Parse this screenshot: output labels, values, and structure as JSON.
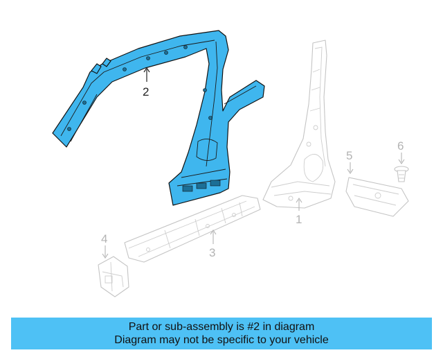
{
  "diagram": {
    "highlighted_part": "2",
    "callouts": [
      {
        "number": "1",
        "highlighted": false
      },
      {
        "number": "2",
        "highlighted": true
      },
      {
        "number": "3",
        "highlighted": false
      },
      {
        "number": "4",
        "highlighted": false
      },
      {
        "number": "5",
        "highlighted": false
      },
      {
        "number": "6",
        "highlighted": false
      }
    ]
  },
  "banner": {
    "line1": "Part or sub-assembly is #2 in diagram",
    "line2": "Diagram may not be specific to your vehicle",
    "background_color": "#4ec1f5"
  },
  "colors": {
    "highlight_fill": "#3fb6ee",
    "inactive_outline": "#c4c4c4"
  }
}
